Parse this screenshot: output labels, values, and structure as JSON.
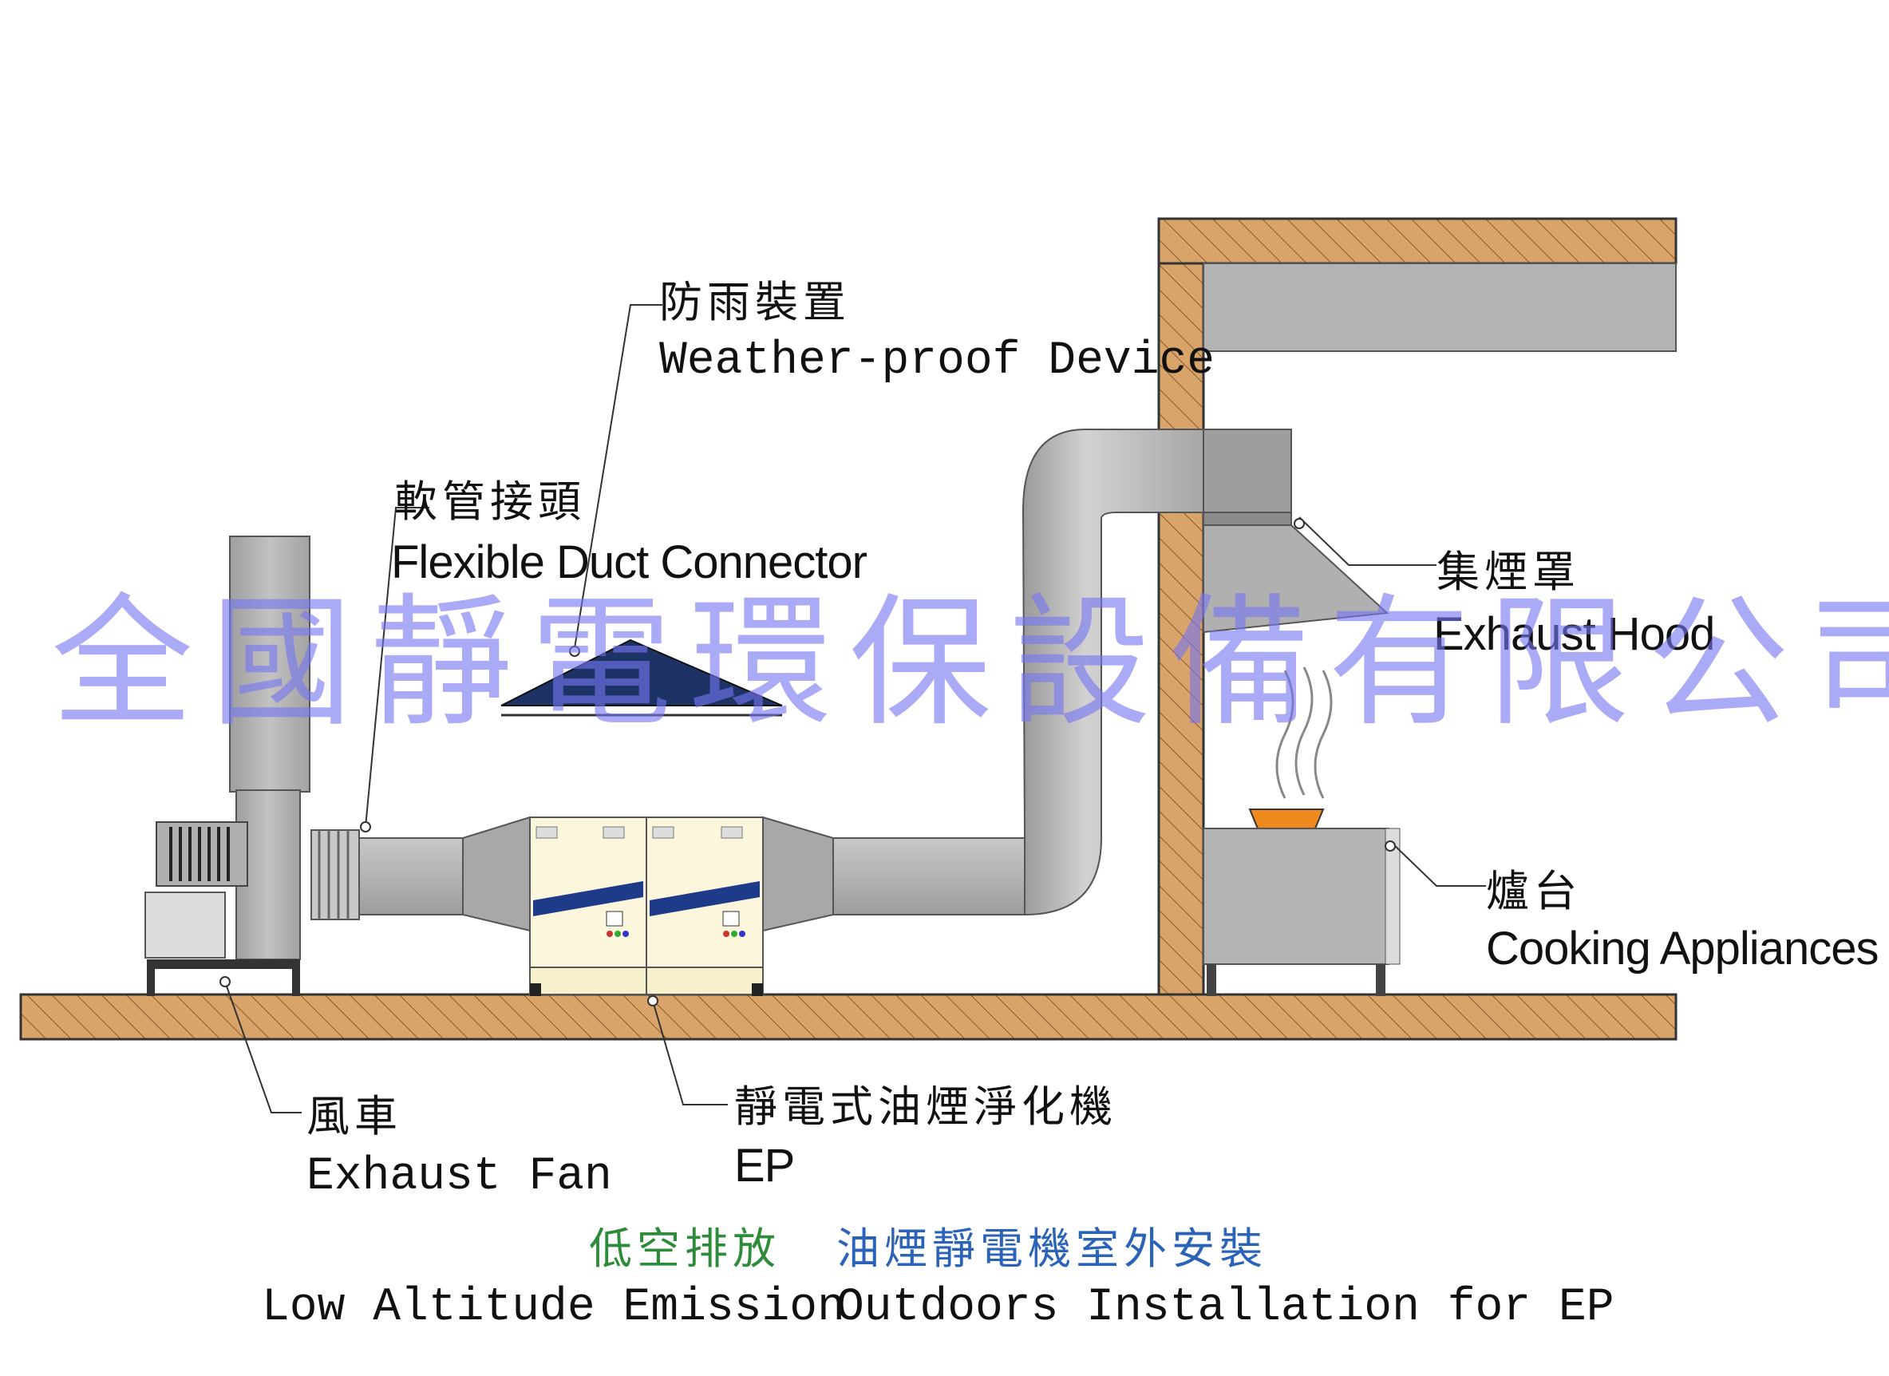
{
  "labels": {
    "weather_proof_zh": "防雨裝置",
    "weather_proof_en": "Weather-proof Device",
    "flex_duct_zh": "軟管接頭",
    "flex_duct_en": "Flexible Duct Connector",
    "hood_zh": "集煙罩",
    "hood_en": "Exhaust Hood",
    "stove_zh": "爐台",
    "stove_en": "Cooking Appliances",
    "fan_zh": "風車",
    "fan_en": "Exhaust Fan",
    "ep_zh": "靜電式油煙淨化機",
    "ep_en": "EP"
  },
  "watermark": "全國靜電環保設備有限公司",
  "caption": {
    "left_zh": "低空排放",
    "left_en": "Low Altitude Emission",
    "right_zh": "油煙靜電機室外安裝",
    "right_en": "Outdoors Installation for EP"
  },
  "colors": {
    "wall": "#d9a46a",
    "metal": "#b8b8b8",
    "ep_body": "#fbf6dc",
    "watermark": "#7676f0",
    "caption_green": "#2e8b3a",
    "caption_blue": "#2a63b8"
  }
}
